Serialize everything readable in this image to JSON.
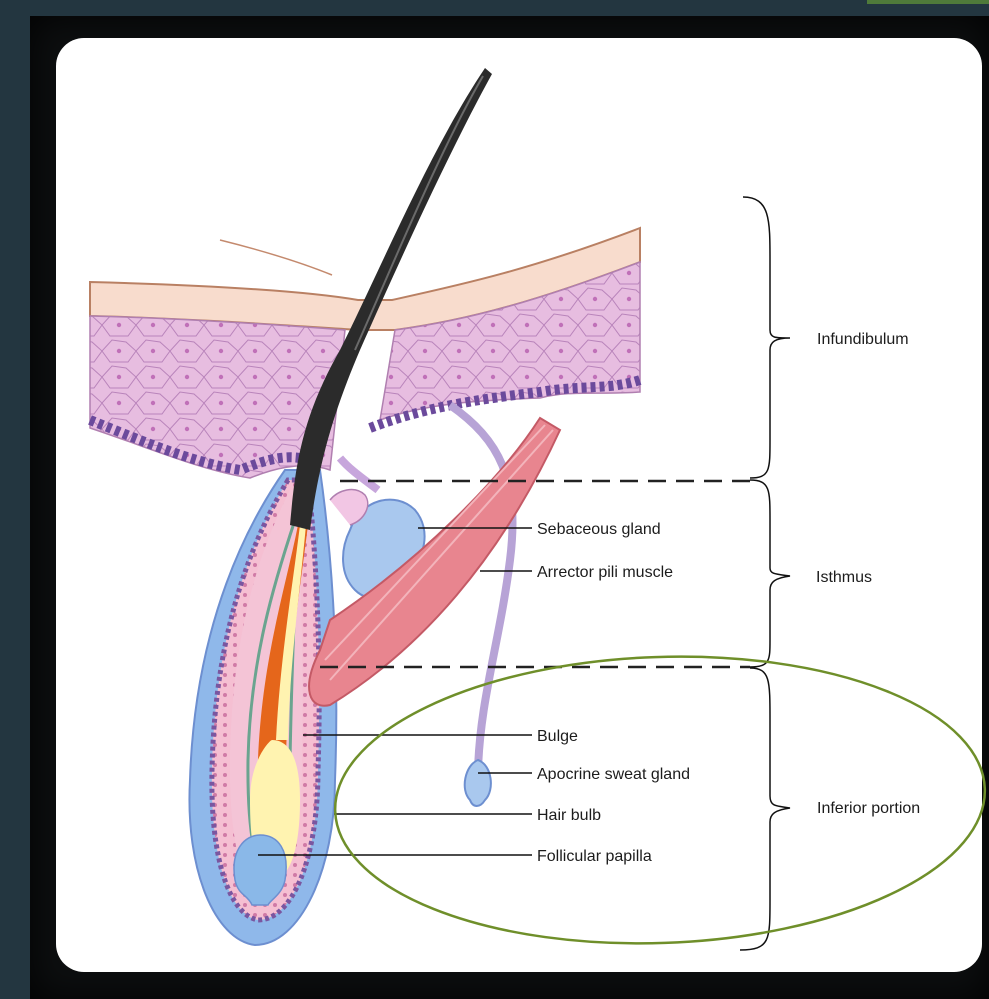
{
  "diagram": {
    "region_labels": {
      "infundibulum": "Infundibulum",
      "isthmus": "Isthmus",
      "inferior": "Inferior portion"
    },
    "structure_labels": {
      "sebaceous": "Sebaceous gland",
      "arrector": "Arrector pili muscle",
      "bulge": "Bulge",
      "apocrine": "Apocrine sweat gland",
      "hair_bulb": "Hair bulb",
      "papilla": "Follicular papilla"
    }
  },
  "colors": {
    "background": "#233640",
    "highlight_ellipse": "#6f8f2a",
    "epidermis": "#e8b8d8",
    "basal_layer": "#7a5aa8",
    "hair_shaft": "#2b2b2b",
    "inner_core": "#e5661b",
    "medulla": "#fff3b0",
    "papilla": "#8ab8e8",
    "muscle": "#e8858f",
    "gland": "#a9c8ee"
  }
}
